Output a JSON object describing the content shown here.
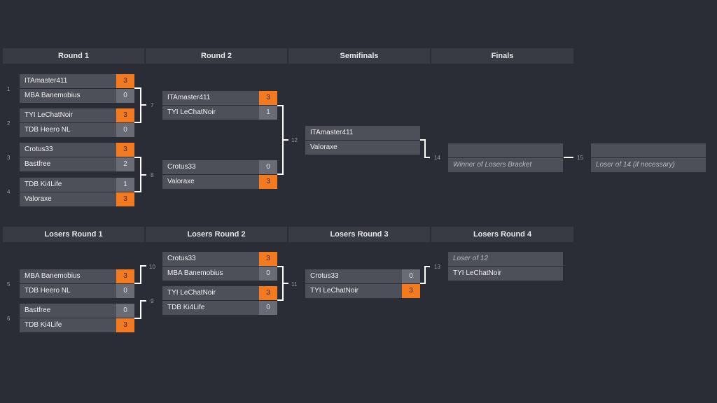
{
  "headers": {
    "round1": "Round 1",
    "round2": "Round 2",
    "semifinals": "Semifinals",
    "finals": "Finals",
    "losers_round1": "Losers Round 1",
    "losers_round2": "Losers Round 2",
    "losers_round3": "Losers Round 3",
    "losers_round4": "Losers Round 4"
  },
  "matches": {
    "m1": {
      "number": "1",
      "top": {
        "name": "ITAmaster411",
        "score": "3"
      },
      "bottom": {
        "name": "MBA Banemobius",
        "score": "0"
      }
    },
    "m2": {
      "number": "2",
      "top": {
        "name": "TYI LeChatNoir",
        "score": "3"
      },
      "bottom": {
        "name": "TDB Heero NL",
        "score": "0"
      }
    },
    "m3": {
      "number": "3",
      "top": {
        "name": "Crotus33",
        "score": "3"
      },
      "bottom": {
        "name": "Bastfree",
        "score": "2"
      }
    },
    "m4": {
      "number": "4",
      "top": {
        "name": "TDB Ki4Life",
        "score": "1"
      },
      "bottom": {
        "name": "Valoraxe",
        "score": "3"
      }
    },
    "m7": {
      "number": "7",
      "top": {
        "name": "ITAmaster411",
        "score": "3"
      },
      "bottom": {
        "name": "TYI LeChatNoir",
        "score": "1"
      }
    },
    "m8": {
      "number": "8",
      "top": {
        "name": "Crotus33",
        "score": "0"
      },
      "bottom": {
        "name": "Valoraxe",
        "score": "3"
      }
    },
    "m12": {
      "number": "12",
      "top": {
        "name": "ITAmaster411"
      },
      "bottom": {
        "name": "Valoraxe"
      }
    },
    "m14": {
      "number": "14",
      "top": {
        "name": ""
      },
      "bottom": {
        "name": "Winner of Losers Bracket"
      }
    },
    "m15": {
      "number": "15",
      "top": {
        "name": ""
      },
      "bottom": {
        "name": "Loser of 14 (if necessary)"
      }
    },
    "m5": {
      "number": "5",
      "top": {
        "name": "MBA Banemobius",
        "score": "3"
      },
      "bottom": {
        "name": "TDB Heero NL",
        "score": "0"
      }
    },
    "m6": {
      "number": "6",
      "top": {
        "name": "Bastfree",
        "score": "0"
      },
      "bottom": {
        "name": "TDB Ki4Life",
        "score": "3"
      }
    },
    "m10": {
      "number": "10",
      "top": {
        "name": "Crotus33",
        "score": "3"
      },
      "bottom": {
        "name": "MBA Banemobius",
        "score": "0"
      }
    },
    "m9": {
      "number": "9",
      "top": {
        "name": "TYI LeChatNoir",
        "score": "3"
      },
      "bottom": {
        "name": "TDB Ki4Life",
        "score": "0"
      }
    },
    "m11": {
      "number": "11",
      "top": {
        "name": "Crotus33",
        "score": "0"
      },
      "bottom": {
        "name": "TYI LeChatNoir",
        "score": "3"
      }
    },
    "m13": {
      "number": "13",
      "top": {
        "name": "Loser of 12"
      },
      "bottom": {
        "name": "TYI LeChatNoir"
      }
    }
  },
  "colors": {
    "background": "#2a2c36",
    "header": "#383a44",
    "slot": "#4e5059",
    "score": "#6a6c75",
    "winner_score": "#f47a20",
    "connector": "#ffffff"
  }
}
